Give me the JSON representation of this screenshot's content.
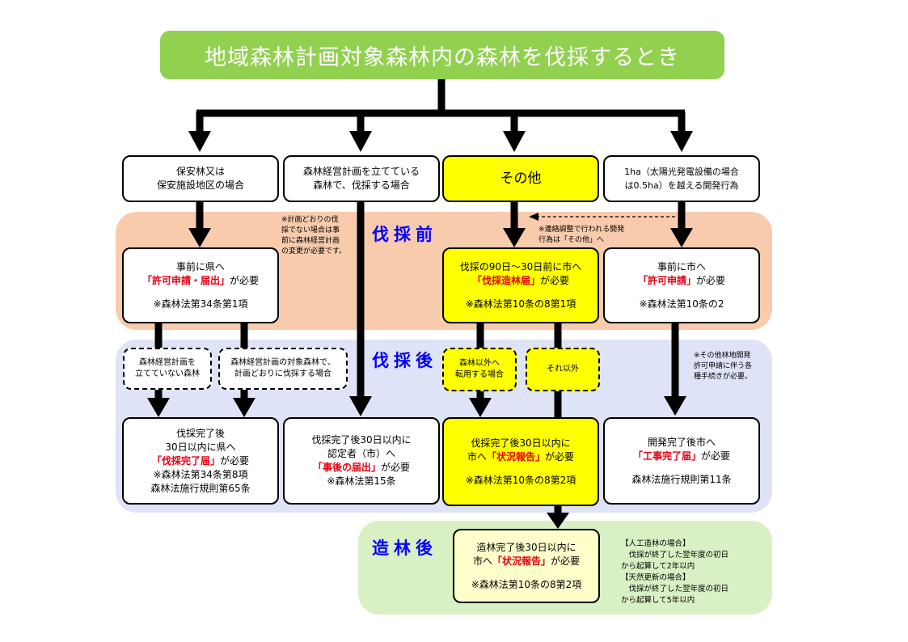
{
  "title": "地域森林計画対象森林内の森林を伐採するとき",
  "stages": {
    "before": "伐採前",
    "after": "伐採後",
    "after_planting": "造林後"
  },
  "categories": {
    "c1": [
      "保安林又は",
      "保安施設地区の場合"
    ],
    "c2": [
      "森林経営計画を立てている",
      "森林で、伐採する場合"
    ],
    "c3": "その他",
    "c4": [
      "1ha（太陽光発電設備の場合",
      "は0.5ha）を越える開発行為"
    ]
  },
  "notes": {
    "plan_note": [
      "※計画どおりの伐",
      "採でない場合は事",
      "前に森林経営計画",
      "の変更が必要です。"
    ],
    "liaison_note": [
      "※連絡調整で行われる開発",
      "行為は「その他」へ"
    ],
    "other_note": [
      "※その他林地開発",
      "許可申請に伴う各",
      "種手続きが必要。"
    ],
    "planting_terms": [
      "【人工造林の場合】",
      "　伐採が終了した翌年度の初日",
      "から起算して2年以内",
      "【天然更新の場合】",
      "　伐採が終了した翌年度の初日",
      "から起算して5年以内"
    ]
  },
  "before_boxes": {
    "b1": {
      "l1": "事前に県へ",
      "red_pre": "「許可申請・届出」",
      "post": "が必要",
      "law": "※森林法第34条第1項"
    },
    "b3": {
      "l1": "伐採の90日～30日前に市へ",
      "red_pre": "「伐採造林届」",
      "post": "が必要",
      "law": "※森林法第10条の8第1項"
    },
    "b4": {
      "l1": "事前に市へ",
      "red_pre": "「許可申請」",
      "post": "が必要",
      "law": "※森林法第10条の2"
    }
  },
  "dashed_boxes": {
    "d1": [
      "森林経営計画を",
      "立てていない森林"
    ],
    "d2": [
      "森林経営計画の対象森林で、",
      "計画どおりに伐採する場合"
    ],
    "d3": [
      "森林以外へ",
      "転用する場合"
    ],
    "d4": "それ以外"
  },
  "after_boxes": {
    "a1": {
      "l1": "伐採完了後",
      "l2": "30日以内に県へ",
      "red": "「伐採完了届」",
      "post": "が必要",
      "law1": "※森林法第34条第8項",
      "law2": "森林法施行規則第65条"
    },
    "a2": {
      "l1": "伐採完了後30日以内に",
      "l2": "認定者（市）へ",
      "red": "「事後の届出」",
      "post": "が必要",
      "law": "※森林法第15条"
    },
    "a3": {
      "l1": "伐採完了後30日以内に",
      "pre": "市へ",
      "red": "「状況報告」",
      "post": "が必要",
      "law": "※森林法第10条の8第2項"
    },
    "a4": {
      "l1": "開発完了後市へ",
      "red": "「工事完了届」",
      "post": "が必要",
      "law": "森林法施行規則第11条"
    }
  },
  "planting_box": {
    "l1": "造林完了後30日以内に",
    "pre": "市へ",
    "red": "「状況報告」",
    "post": "が必要",
    "law": "※森林法第10条の8第2項"
  },
  "colors": {
    "title_bg": "#92d050",
    "before_band": "#f8cbad",
    "after_band": "#dee3f7",
    "planting_band": "#d9f0c4",
    "highlight": "#ffff00",
    "red_text": "#e60012",
    "stage_text": "#0000ff"
  }
}
